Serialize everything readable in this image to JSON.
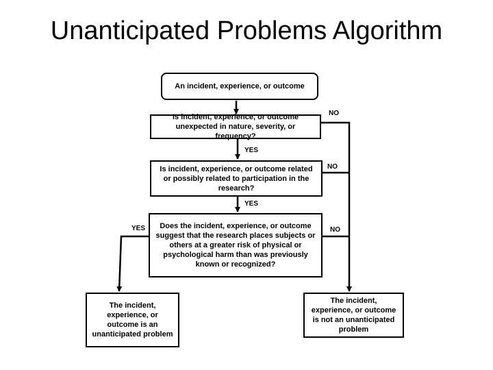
{
  "slide": {
    "title": "Unanticipated Problems Algorithm"
  },
  "flowchart": {
    "start": "An incident, experience, or outcome",
    "question_unexpected": "Is incident, experience, or outcome unexpected in nature, severity, or frequency?",
    "question_related": "Is incident, experience, or outcome related or possibly related to participation in the research?",
    "question_risk": "Does the incident, experience, or outcome suggest that the research places subjects or others at a greater risk of physical or psychological harm than was previously known or recognized?",
    "result_unanticipated": "The incident, experience, or outcome is an unanticipated problem",
    "result_not_unanticipated": "The incident, experience, or outcome is not an unanticipated problem",
    "labels": {
      "yes_1": "YES",
      "yes_2": "YES",
      "yes_3": "YES",
      "no_1": "NO",
      "no_2": "NO",
      "no_3": "NO"
    }
  }
}
